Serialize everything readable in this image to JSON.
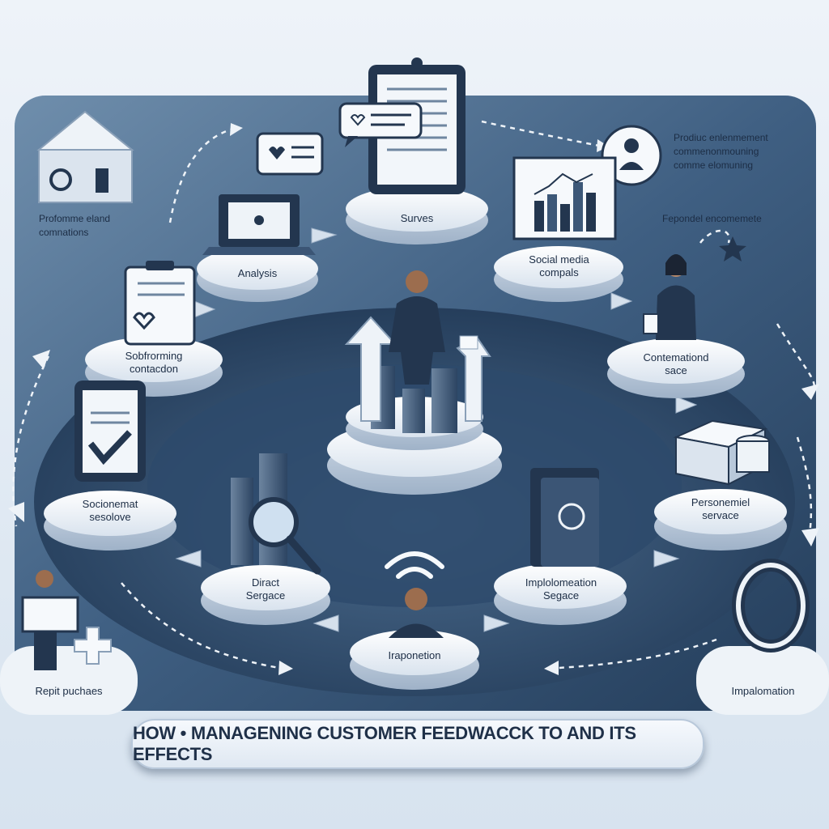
{
  "banner": {
    "text": "HOW • MANAGENING CUSTOMER FEEDWACCK TO   AND ITS EFFECTS"
  },
  "stations": {
    "surves": "Surves",
    "analysis": "Analysis",
    "social_media": "Social media\ncompals",
    "sobfrorming": "Sobfrorming\ncontacdon",
    "contemation": "Contemationd\nsace",
    "socionemat": "Socionemat\nsesolove",
    "personemiel": "Personemiel\nservace",
    "diract": "Diract\nSergace",
    "implolomeation_segace": "Implolomeation\nSegace",
    "iraponetion": "Iraponetion",
    "repit_puchaes": "Repit puchaes",
    "impalomation": "Impalomation"
  },
  "notes": {
    "top_left": "Profomme eland\ncomnations",
    "top_right": "Prodiuc enlenmement\ncommenonmouning\ncomme elomuning",
    "right_mid": "Fepondel encomemete"
  },
  "colors": {
    "board": "#2f4d6e",
    "board_light": "#5d7d9d",
    "disc": "#f3f6fa",
    "icon_dark": "#23364f",
    "banner_text": "#1f3048"
  }
}
